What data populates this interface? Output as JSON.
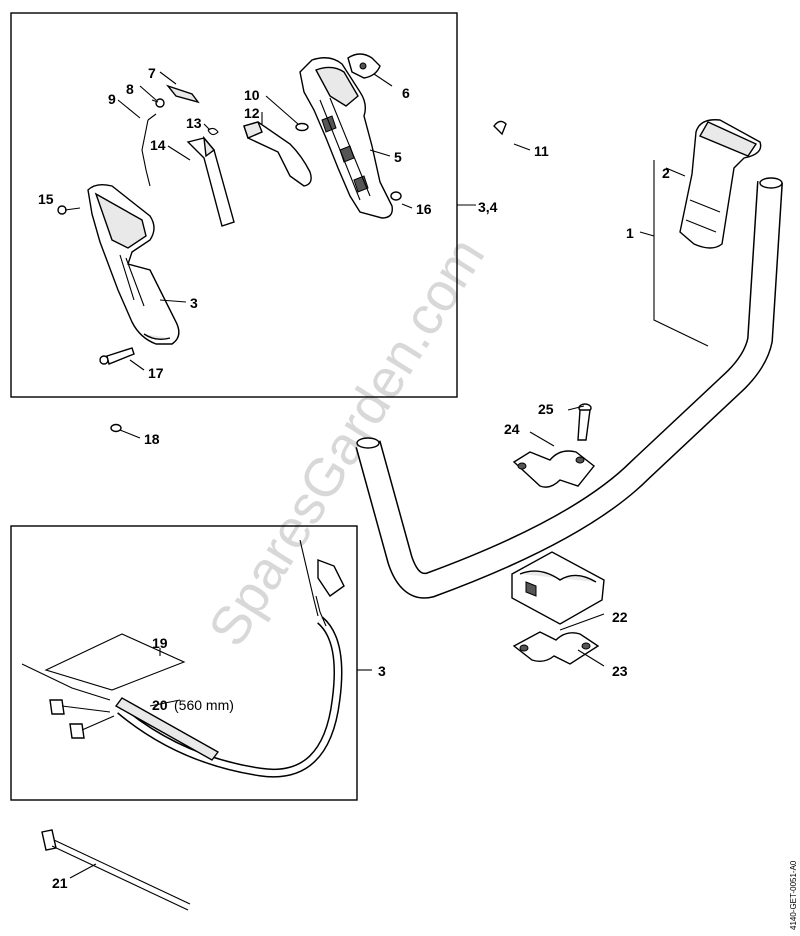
{
  "watermark": "SparesGarden.com",
  "reference_code": "4140-GET-0051-A0",
  "callouts": {
    "c1": "1",
    "c2": "2",
    "c3a": "3",
    "c3b": "3",
    "c34": "3,4",
    "c5": "5",
    "c6": "6",
    "c7": "7",
    "c8": "8",
    "c9": "9",
    "c10": "10",
    "c11": "11",
    "c12": "12",
    "c13": "13",
    "c14": "14",
    "c15": "15",
    "c16": "16",
    "c17": "17",
    "c18": "18",
    "c19": "19",
    "c20": "20",
    "c20_note": "(560 mm)",
    "c21": "21",
    "c22": "22",
    "c23": "23",
    "c24": "24",
    "c25": "25"
  }
}
